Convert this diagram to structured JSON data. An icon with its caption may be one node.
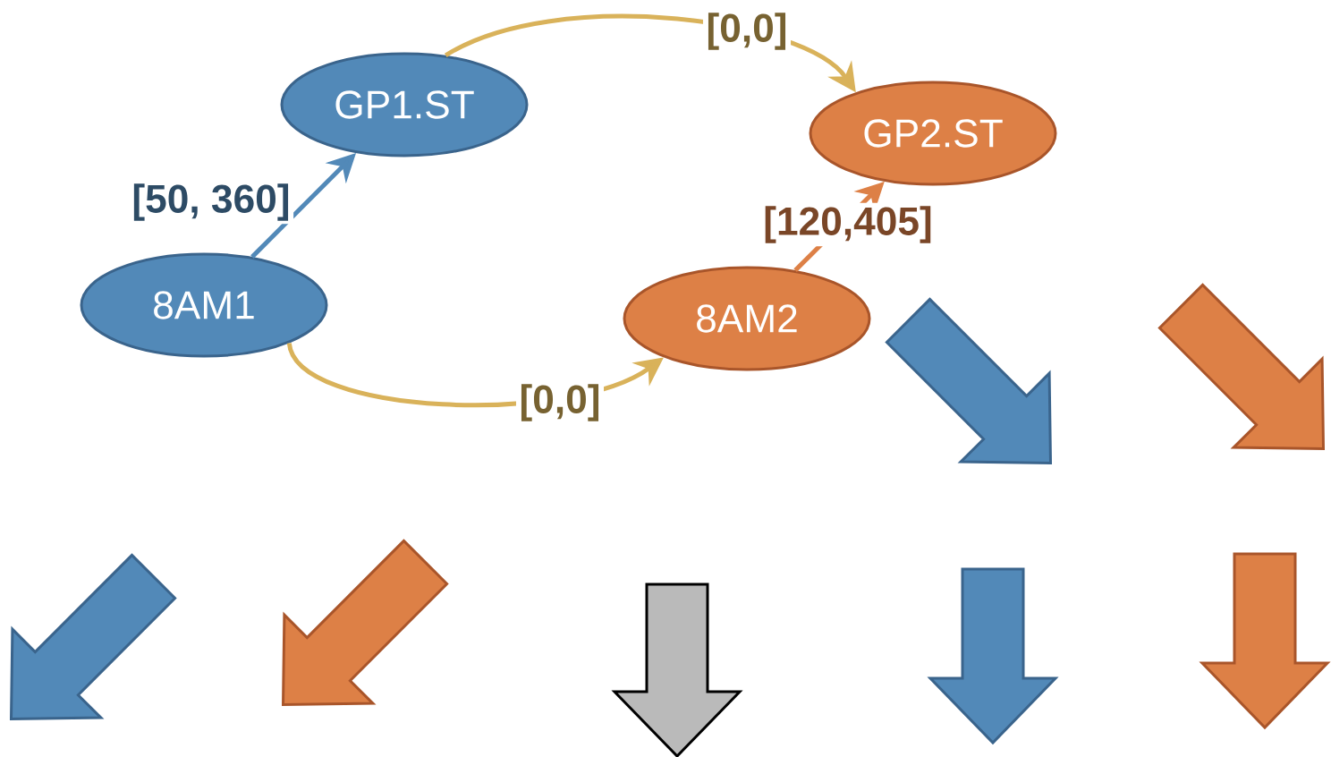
{
  "diagram": {
    "nodes": [
      {
        "text": [
          "GP1.ST"
        ]
      },
      {
        "text": [
          "GP2.ST"
        ]
      },
      {
        "text": [
          "8AM1"
        ]
      },
      {
        "text": [
          "8AM2"
        ]
      }
    ],
    "edges": [
      {
        "from": 2,
        "to": 0,
        "arrow": "to",
        "label": "[50, 360]",
        "color": "#5289b8"
      },
      {
        "from": 0,
        "to": 1,
        "arrow": "to",
        "label": "[0,0]"
      },
      {
        "from": 2,
        "to": 3,
        "arrow": "to",
        "label": "[0,0]"
      },
      {
        "from": 3,
        "to": 1,
        "arrow": "to",
        "label": "[120,405]",
        "color": "#dd8046"
      }
    ]
  }
}
